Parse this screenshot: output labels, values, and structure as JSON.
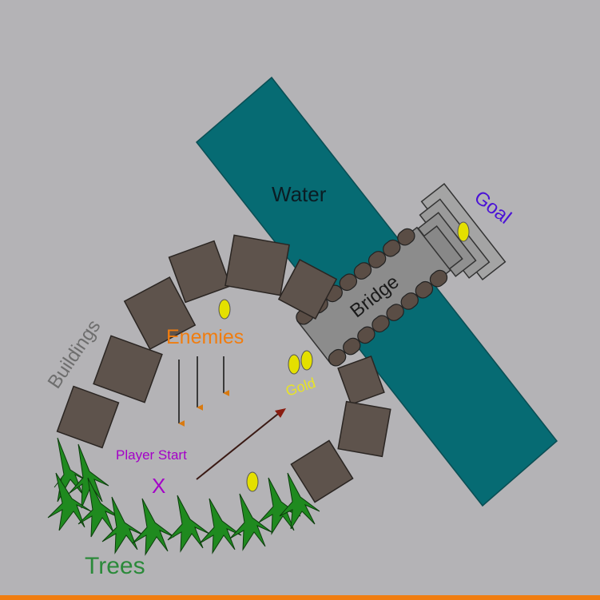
{
  "labels": {
    "water": "Water",
    "goal": "Goal",
    "bridge": "Bridge",
    "buildings": "Buildings",
    "enemies": "Enemies",
    "gold": "Gold",
    "player_start": "Player Start",
    "player_marker": "X",
    "trees": "Trees"
  },
  "colors": {
    "background": "#b4b3b6",
    "water": "#066b73",
    "building": "#5e534c",
    "bridge_deck": "#8c8c8c",
    "bridge_rail": "#5a4d45",
    "goal_steps": "#9b9b9b",
    "gold_coin": "#e4e000",
    "gold_label": "#e8e424",
    "enemies_label": "#f07d10",
    "enemy_arrow": "#d97a10",
    "goal_label": "#4b12d6",
    "player_label": "#a400c8",
    "tree": "#1f8a1f",
    "tree_label": "#2b8a3a",
    "buildings_label": "#6e6e6e",
    "path_arrow": "#8a1c10",
    "accent_bar": "#f07d10"
  }
}
